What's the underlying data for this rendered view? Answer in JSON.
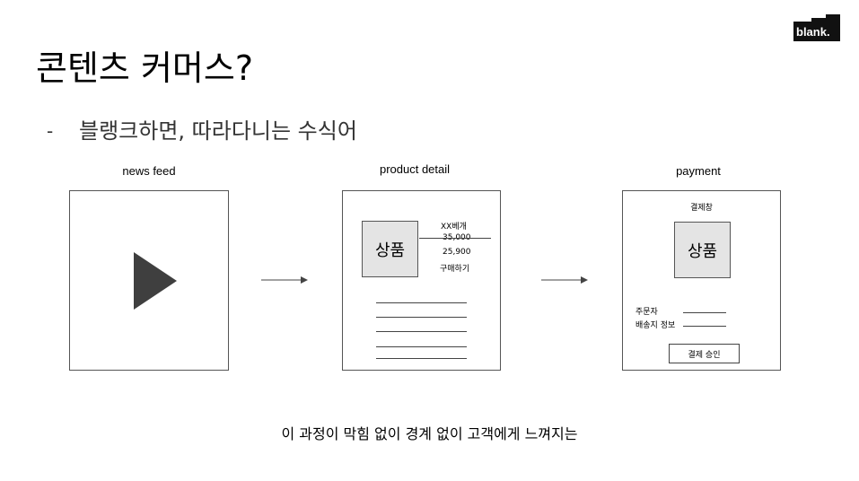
{
  "brand": {
    "logo_text": "blank."
  },
  "slide": {
    "title": "콘텐츠 커머스?",
    "bullet_marker": "-",
    "bullet": "블랭크하면, 따라다니는 수식어",
    "caption": "이 과정이 막힘 없이 경계 없이 고객에게 느껴지는"
  },
  "flow": {
    "news_feed": {
      "label": "news feed",
      "icon": "play-icon"
    },
    "product_detail": {
      "label": "product detail",
      "product_box": "상품",
      "item_name": "XX베개",
      "original_price": "35,000",
      "sale_price": "25,900",
      "buy_label": "구매하기"
    },
    "payment": {
      "label": "payment",
      "window_title": "결제창",
      "product_box": "상품",
      "orderer_label": "주문자",
      "shipping_label": "배송지 정보",
      "approve_button": "결제 승인"
    }
  },
  "colors": {
    "panel_border": "#555555",
    "product_fill": "#e4e4e4",
    "play": "#3f3f3f",
    "logo_bg": "#111111"
  }
}
